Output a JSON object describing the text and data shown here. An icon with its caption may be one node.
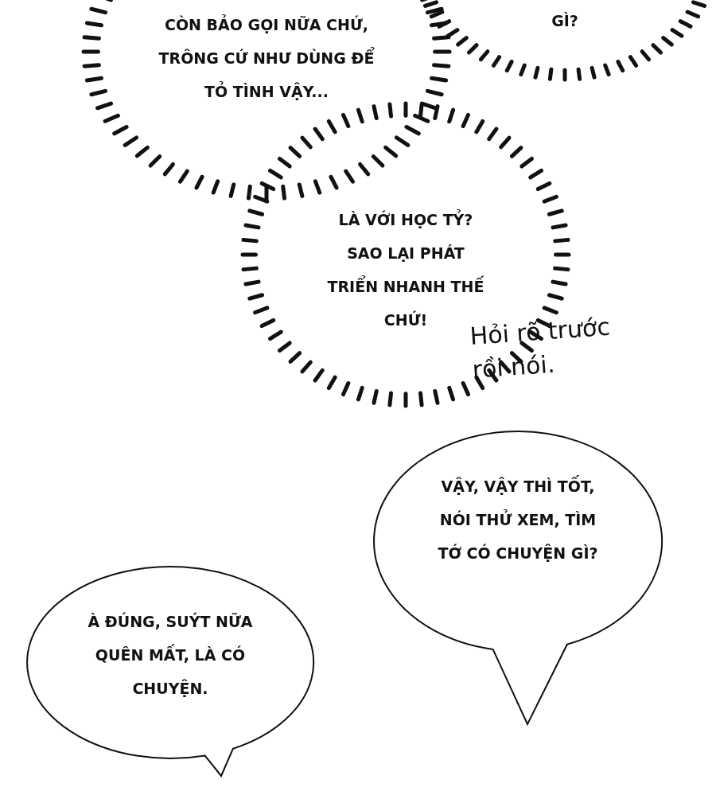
{
  "diagram": {
    "nodes": [
      {
        "text": [
          "CÒN BẢO GỌI NỮA CHỨ, TRÔNG CỨ NHƯ DÙNG ĐỂ TỎ TÌNH VẬY..."
        ]
      },
      {
        "text": [
          "GÌ?"
        ]
      },
      {
        "text": [
          "LÀ VỚI HỌC TỶ? SAO LẠI PHÁT TRIỂN NHANH THẾ CHỨ!"
        ]
      },
      {
        "text": [
          "VẬY, VẬY THÌ TỐT, NÓI THỬ XEM, TÌM TỚ CÓ CHUYỆN GÌ?"
        ]
      },
      {
        "text": [
          "À ĐÚNG, SUÝT NỮA QUÊN MẤT, LÀ CÓ CHUYỆN."
        ]
      }
    ],
    "labels": [
      "Hỏi rõ trước rồi nói."
    ]
  }
}
